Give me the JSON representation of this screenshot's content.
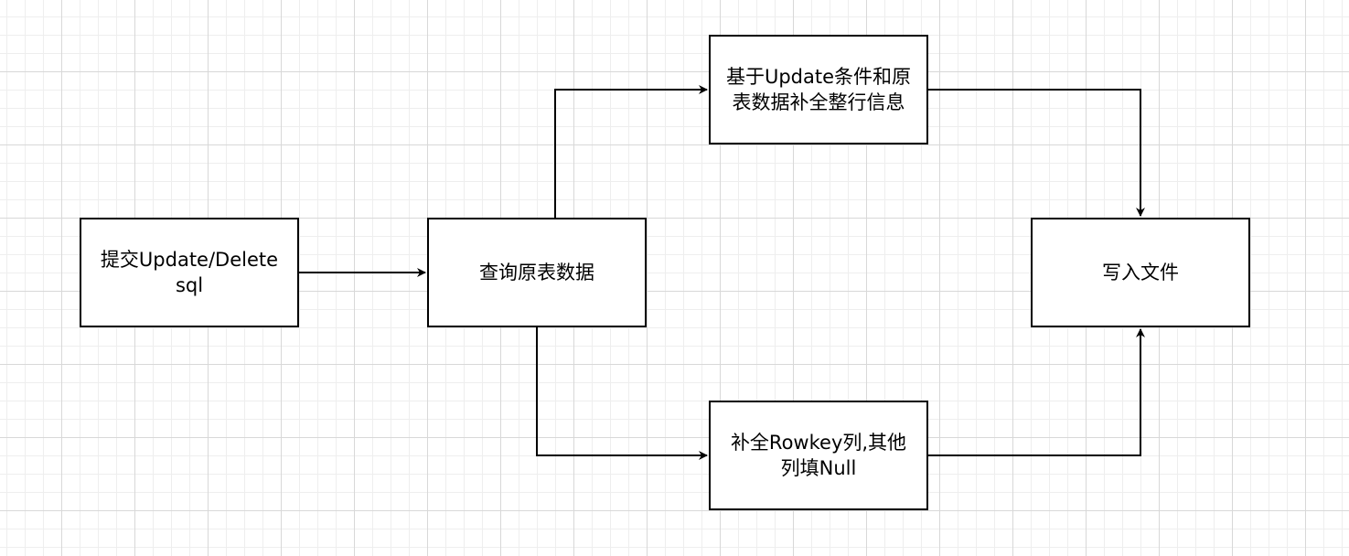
{
  "diagram": {
    "nodes": {
      "submit": {
        "label": "提交Update/Delete\nsql"
      },
      "query": {
        "label": "查询原表数据"
      },
      "complete_row": {
        "label": "基于Update条件和原\n表数据补全整行信息"
      },
      "fill_rowkey": {
        "label": "补全Rowkey列,其他\n列填Null"
      },
      "write_file": {
        "label": "写入文件"
      }
    },
    "edges": [
      {
        "from": "submit",
        "to": "query"
      },
      {
        "from": "query",
        "to": "complete_row"
      },
      {
        "from": "query",
        "to": "fill_rowkey"
      },
      {
        "from": "complete_row",
        "to": "write_file"
      },
      {
        "from": "fill_rowkey",
        "to": "write_file"
      }
    ]
  }
}
